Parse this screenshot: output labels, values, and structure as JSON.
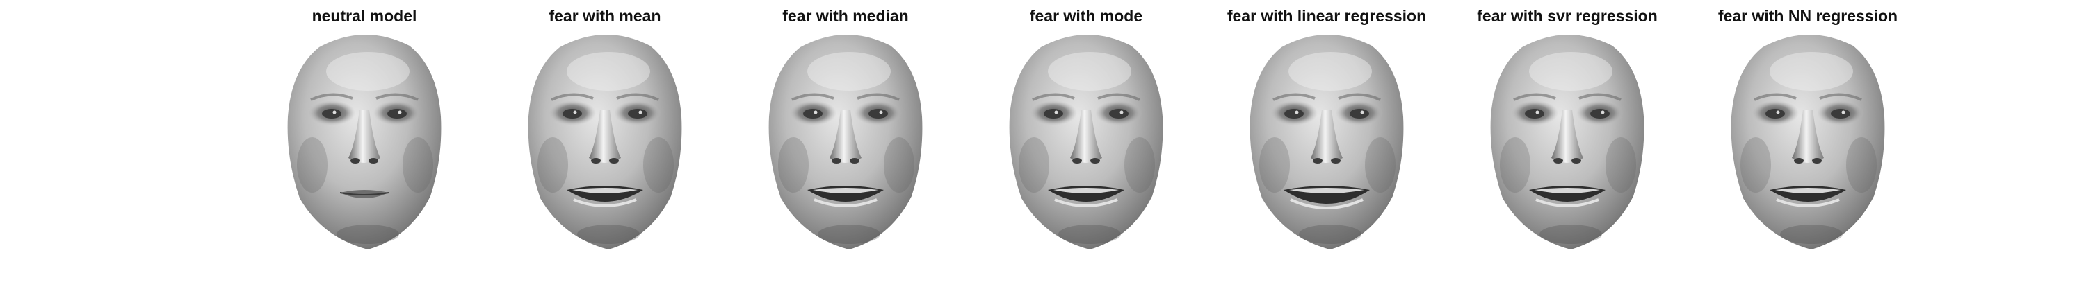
{
  "figure": {
    "panels": [
      {
        "title": "neutral model",
        "expression": "neutral"
      },
      {
        "title": "fear with mean",
        "expression": "fear"
      },
      {
        "title": "fear with median",
        "expression": "fear"
      },
      {
        "title": "fear with mode",
        "expression": "fear"
      },
      {
        "title": "fear with linear regression",
        "expression": "fear-strong"
      },
      {
        "title": "fear with svr regression",
        "expression": "fear"
      },
      {
        "title": "fear with NN regression",
        "expression": "fear"
      }
    ]
  }
}
